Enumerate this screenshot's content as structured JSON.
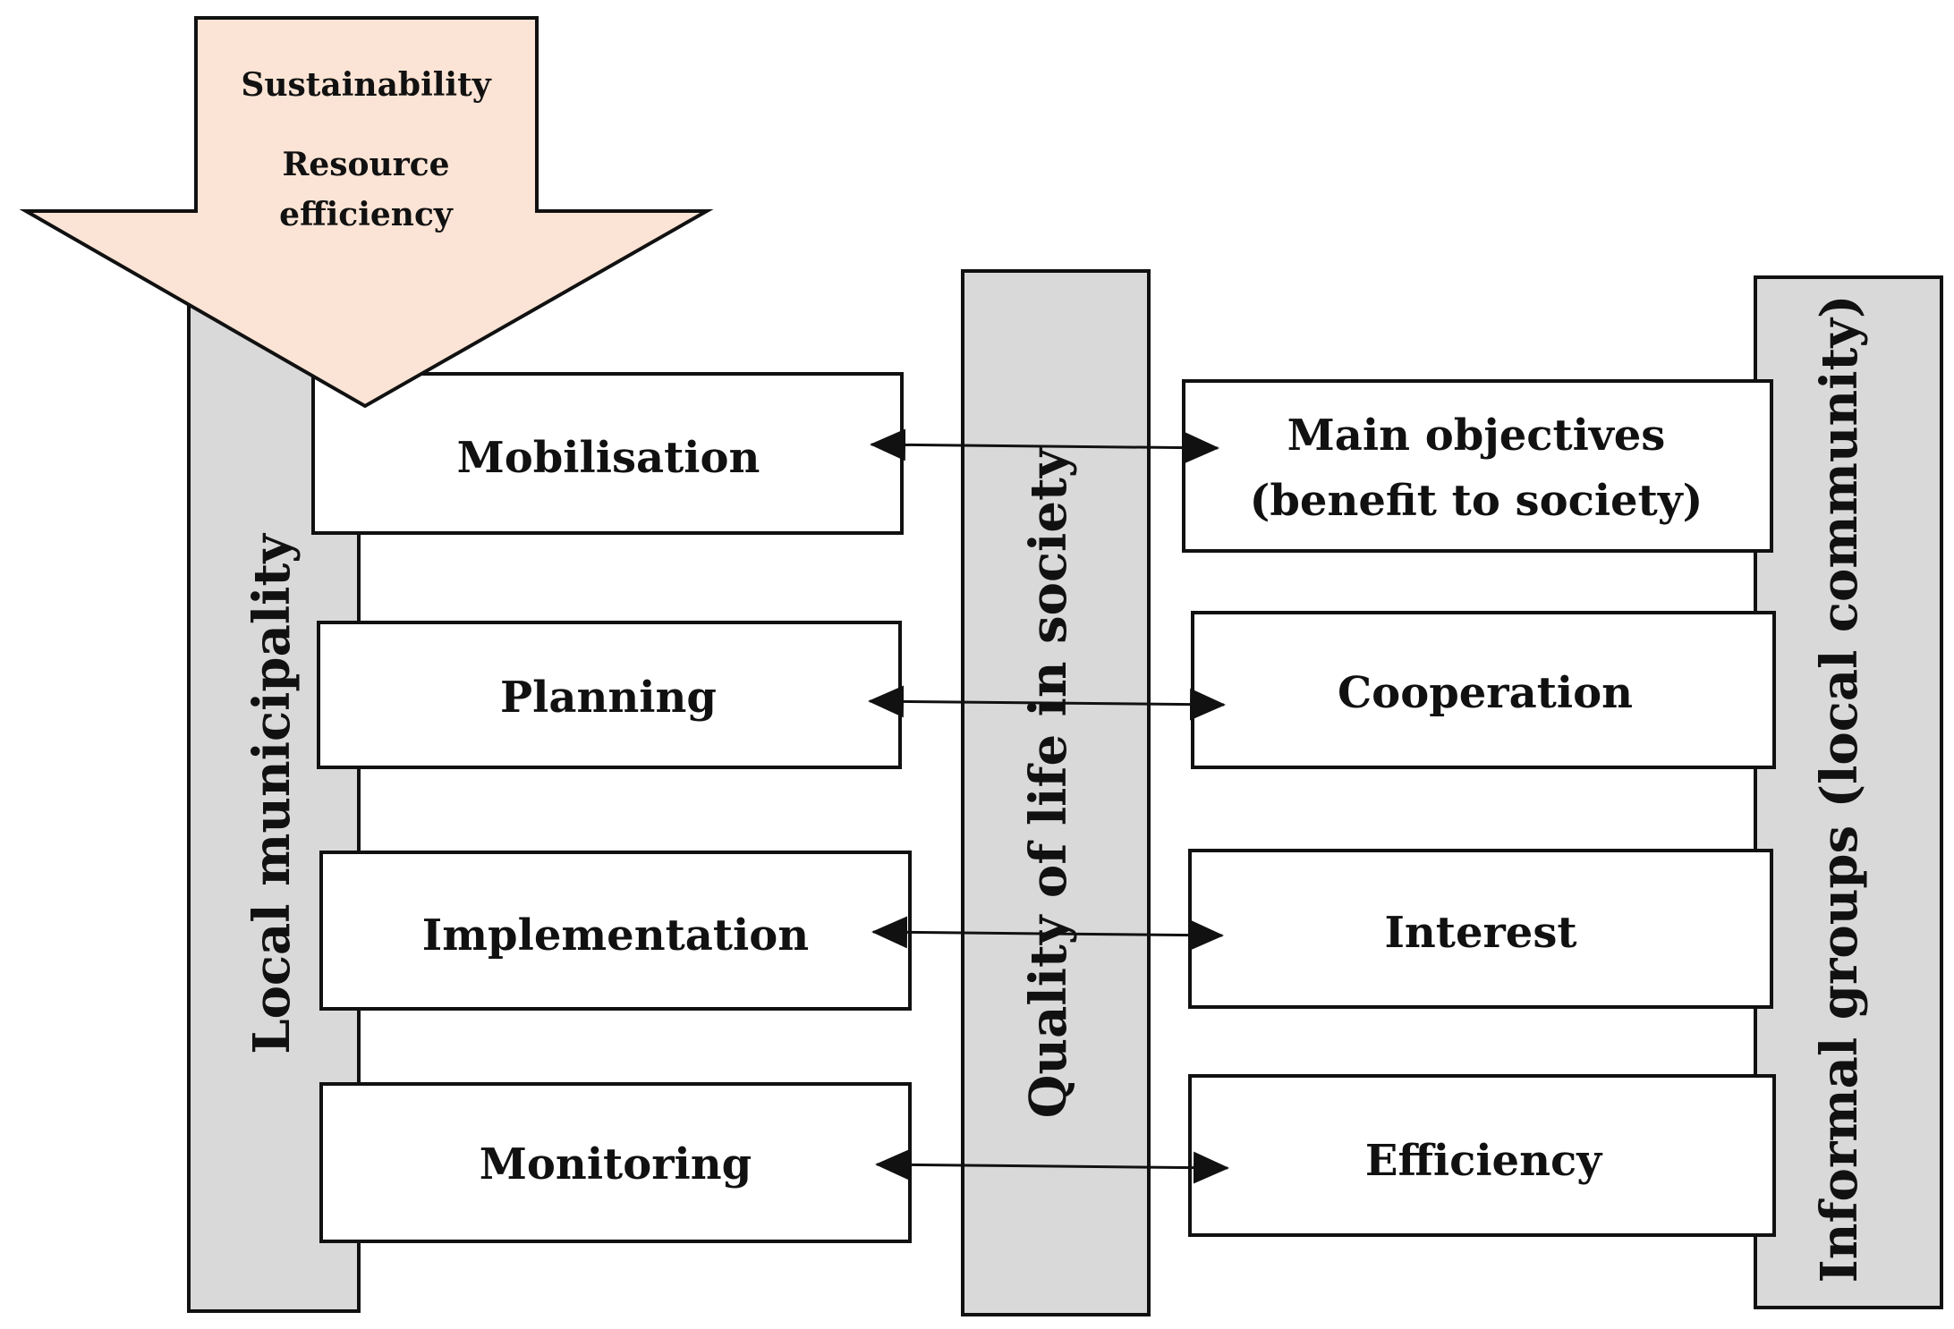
{
  "vertical_bars": {
    "left": "Local municipality",
    "middle": "Quality of life in society",
    "right": "Informal groups (local community)"
  },
  "top_arrow": {
    "line1": "Sustainability",
    "line2": "Resource",
    "line3": "efficiency"
  },
  "left_boxes": [
    "Mobilisation",
    "Planning",
    "Implementation",
    "Monitoring"
  ],
  "right_boxes": {
    "box1_line1": "Main objectives",
    "box1_line2": "(benefit to society)",
    "box2": "Cooperation",
    "box3": "Interest",
    "box4": "Efficiency"
  },
  "colors": {
    "bar_fill": "#d9d9d9",
    "arrow_fill": "#fbe4d5",
    "box_fill": "#ffffff",
    "stroke": "#111111"
  }
}
